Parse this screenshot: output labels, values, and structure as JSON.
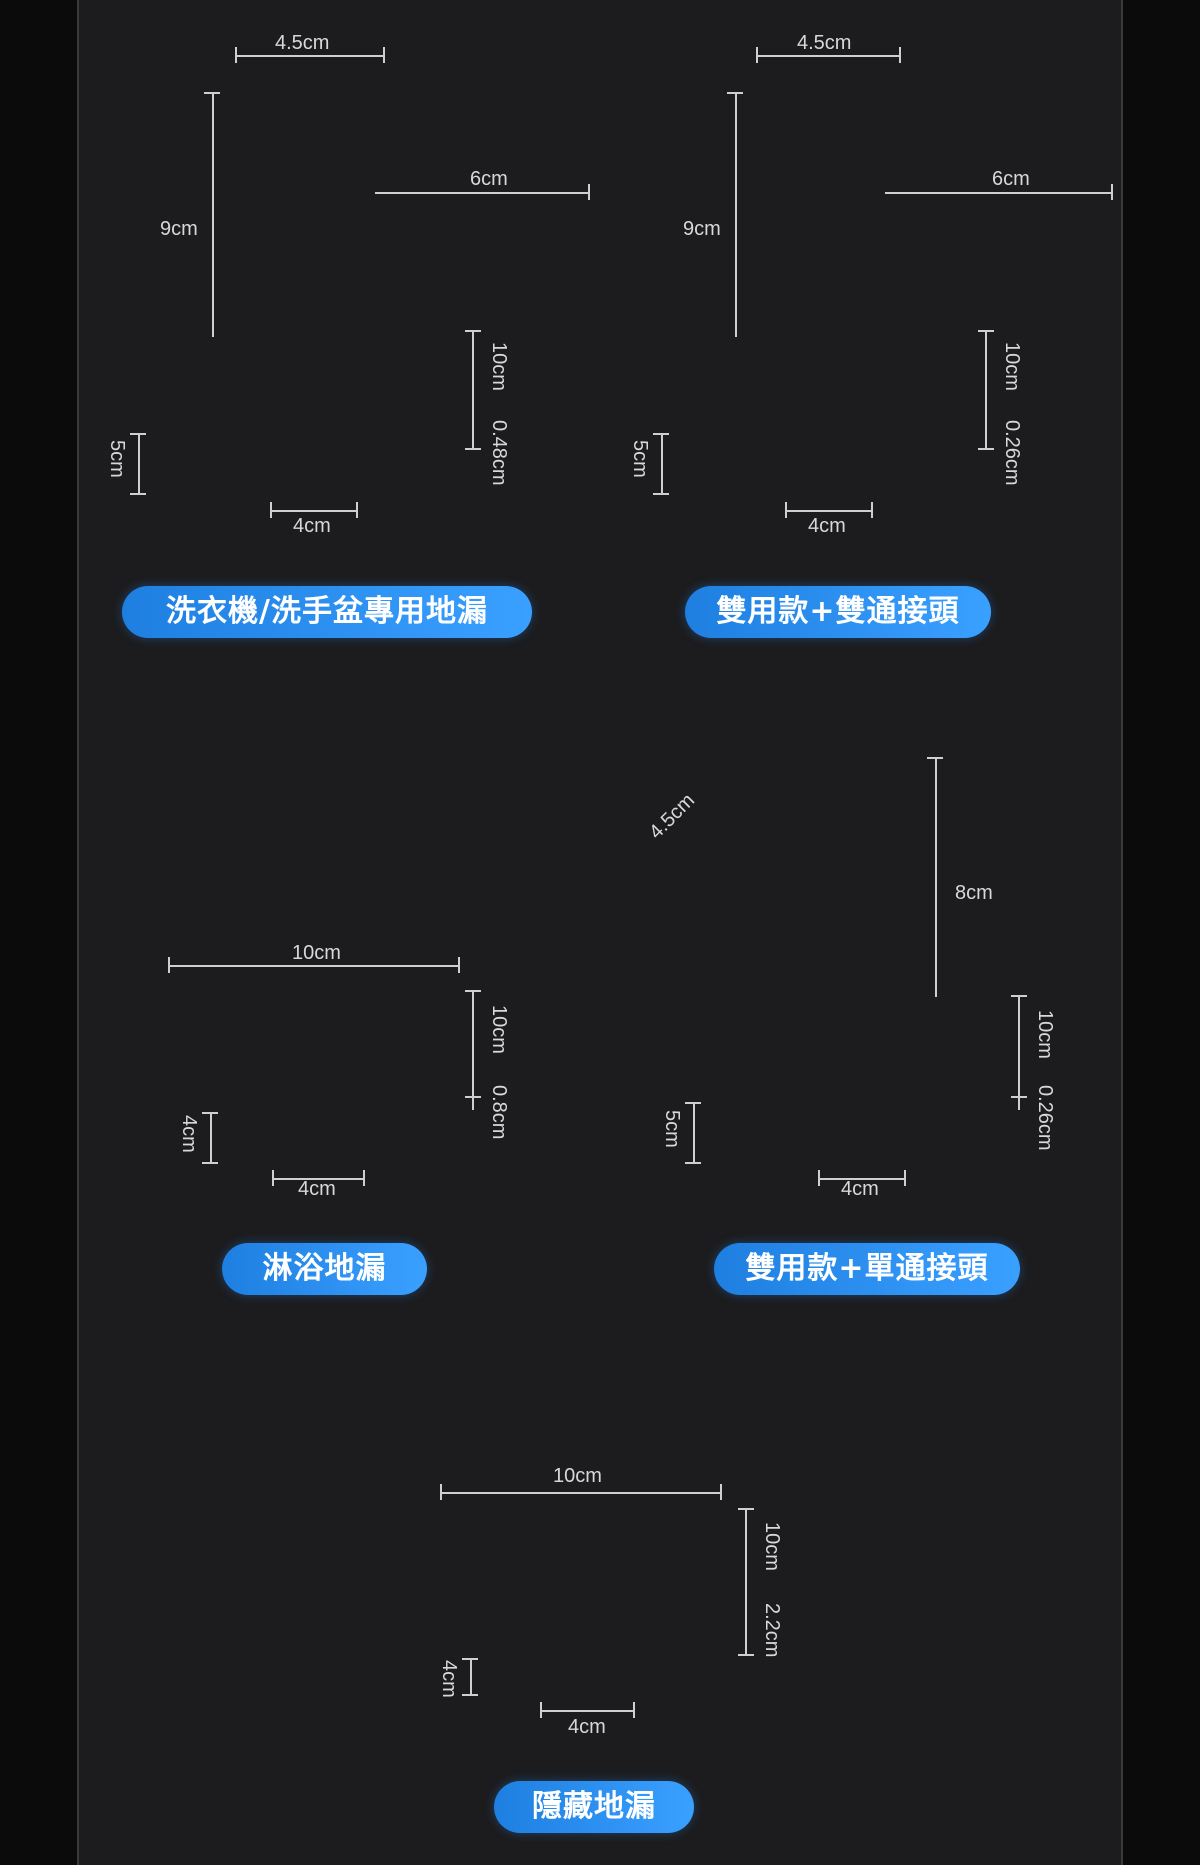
{
  "products": [
    {
      "label": "洗衣機/洗手盆專用地漏",
      "dims": {
        "top_width": "4.5cm",
        "height": "9cm",
        "branch": "6cm",
        "plate_side": "10cm",
        "plate_thick": "0.48cm",
        "body_depth": "5cm",
        "core_width": "4cm"
      }
    },
    {
      "label": "雙用款+雙通接頭",
      "dims": {
        "top_width": "4.5cm",
        "height": "9cm",
        "branch": "6cm",
        "plate_side": "10cm",
        "plate_thick": "0.26cm",
        "body_depth": "5cm",
        "core_width": "4cm"
      }
    },
    {
      "label": "淋浴地漏",
      "dims": {
        "plate_width": "10cm",
        "plate_side": "10cm",
        "plate_thick": "0.8cm",
        "body_depth": "4cm",
        "core_width": "4cm"
      }
    },
    {
      "label": "雙用款+單通接頭",
      "dims": {
        "top_width": "4.5cm",
        "height": "8cm",
        "plate_side": "10cm",
        "plate_thick": "0.26cm",
        "body_depth": "5cm",
        "core_width": "4cm"
      }
    },
    {
      "label": "隱藏地漏",
      "dims": {
        "plate_width": "10cm",
        "plate_side": "10cm",
        "plate_thick": "2.2cm",
        "body_depth": "4cm",
        "core_width": "4cm"
      }
    }
  ],
  "colors": {
    "background": "#1c1c1e",
    "pill": "#2b8ff0",
    "steel": "#b9bcbf",
    "brass": "#c9951f",
    "pvc": "#ecebe6"
  }
}
